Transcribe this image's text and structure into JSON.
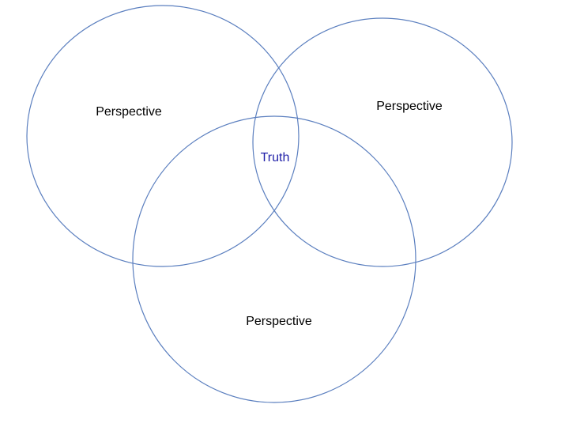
{
  "diagram": {
    "type": "venn",
    "sets": [
      {
        "label": "Perspective"
      },
      {
        "label": "Perspective"
      },
      {
        "label": "Perspective"
      }
    ],
    "intersection_label": "Truth",
    "colors": {
      "circle_stroke": "#5b7fbf",
      "set_label": "#000000",
      "intersection_label": "#1f1fa8"
    }
  }
}
